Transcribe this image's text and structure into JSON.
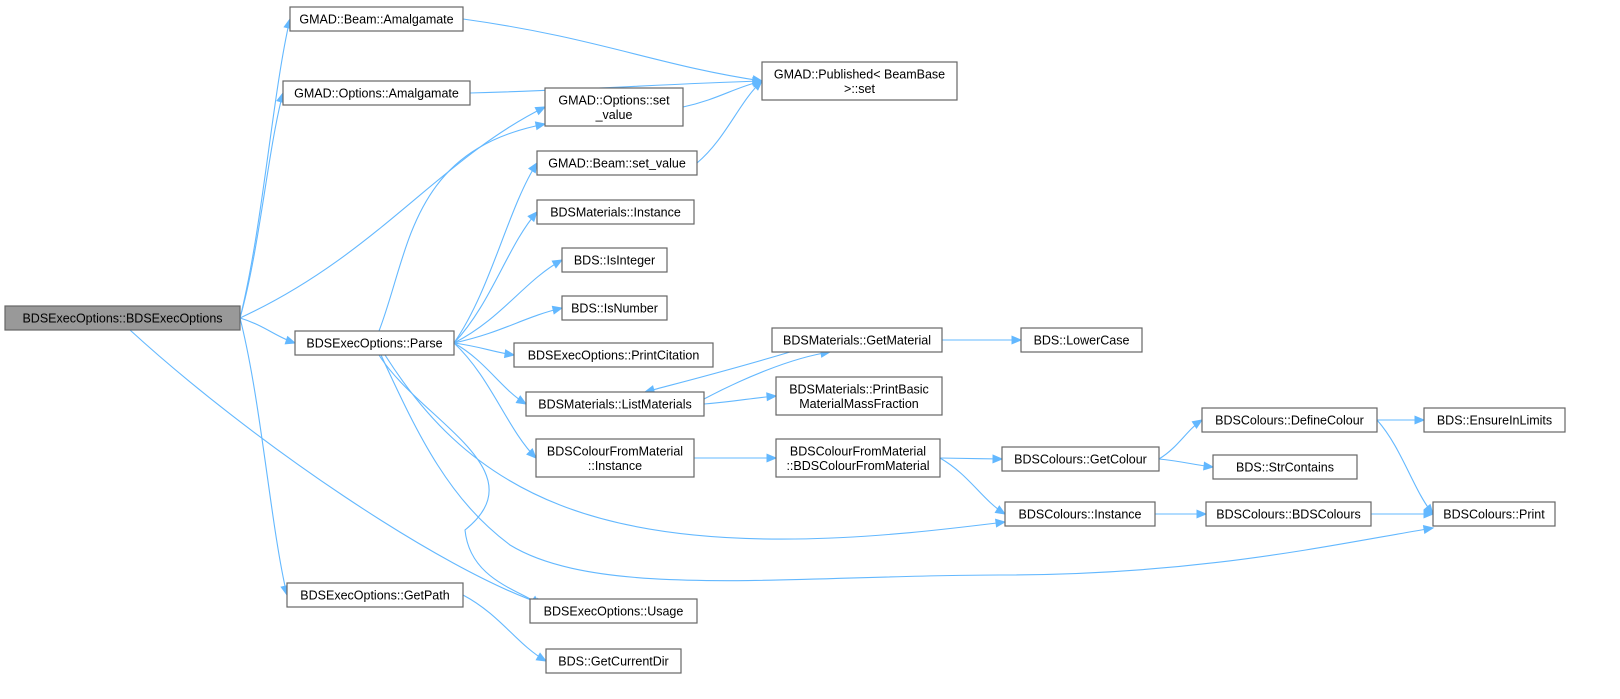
{
  "graph": {
    "nodes": [
      {
        "id": "root",
        "lines": [
          "BDSExecOptions::BDSExecOptions"
        ],
        "root": true
      },
      {
        "id": "beam_amalg",
        "lines": [
          "GMAD::Beam::Amalgamate"
        ]
      },
      {
        "id": "opt_amalg",
        "lines": [
          "GMAD::Options::Amalgamate"
        ]
      },
      {
        "id": "published_set",
        "lines": [
          "GMAD::Published< BeamBase",
          ">::set"
        ]
      },
      {
        "id": "opt_setvalue",
        "lines": [
          "GMAD::Options::set",
          "_value"
        ]
      },
      {
        "id": "beam_setvalue",
        "lines": [
          "GMAD::Beam::set_value"
        ]
      },
      {
        "id": "mat_instance",
        "lines": [
          "BDSMaterials::Instance"
        ]
      },
      {
        "id": "isinteger",
        "lines": [
          "BDS::IsInteger"
        ]
      },
      {
        "id": "isnumber",
        "lines": [
          "BDS::IsNumber"
        ]
      },
      {
        "id": "parse",
        "lines": [
          "BDSExecOptions::Parse"
        ]
      },
      {
        "id": "printcitation",
        "lines": [
          "BDSExecOptions::PrintCitation"
        ]
      },
      {
        "id": "getmaterial",
        "lines": [
          "BDSMaterials::GetMaterial"
        ]
      },
      {
        "id": "lowercase",
        "lines": [
          "BDS::LowerCase"
        ]
      },
      {
        "id": "listmaterials",
        "lines": [
          "BDSMaterials::ListMaterials"
        ]
      },
      {
        "id": "printbasic",
        "lines": [
          "BDSMaterials::PrintBasic",
          "MaterialMassFraction"
        ]
      },
      {
        "id": "definecolour",
        "lines": [
          "BDSColours::DefineColour"
        ]
      },
      {
        "id": "ensureinlimits",
        "lines": [
          "BDS::EnsureInLimits"
        ]
      },
      {
        "id": "cfm_instance",
        "lines": [
          "BDSColourFromMaterial",
          "::Instance"
        ]
      },
      {
        "id": "cfm_ctor",
        "lines": [
          "BDSColourFromMaterial",
          "::BDSColourFromMaterial"
        ]
      },
      {
        "id": "getcolour",
        "lines": [
          "BDSColours::GetColour"
        ]
      },
      {
        "id": "strcontains",
        "lines": [
          "BDS::StrContains"
        ]
      },
      {
        "id": "col_instance",
        "lines": [
          "BDSColours::Instance"
        ]
      },
      {
        "id": "col_ctor",
        "lines": [
          "BDSColours::BDSColours"
        ]
      },
      {
        "id": "col_print",
        "lines": [
          "BDSColours::Print"
        ]
      },
      {
        "id": "getpath",
        "lines": [
          "BDSExecOptions::GetPath"
        ]
      },
      {
        "id": "usage",
        "lines": [
          "BDSExecOptions::Usage"
        ]
      },
      {
        "id": "getcurrentdir",
        "lines": [
          "BDS::GetCurrentDir"
        ]
      }
    ],
    "edges": [
      [
        "root",
        "beam_amalg"
      ],
      [
        "root",
        "opt_amalg"
      ],
      [
        "root",
        "opt_setvalue"
      ],
      [
        "root",
        "parse"
      ],
      [
        "root",
        "getpath"
      ],
      [
        "root",
        "usage"
      ],
      [
        "beam_amalg",
        "published_set"
      ],
      [
        "opt_amalg",
        "published_set"
      ],
      [
        "opt_setvalue",
        "published_set"
      ],
      [
        "beam_setvalue",
        "published_set"
      ],
      [
        "parse",
        "opt_setvalue"
      ],
      [
        "parse",
        "beam_setvalue"
      ],
      [
        "parse",
        "mat_instance"
      ],
      [
        "parse",
        "isinteger"
      ],
      [
        "parse",
        "isnumber"
      ],
      [
        "parse",
        "printcitation"
      ],
      [
        "parse",
        "listmaterials"
      ],
      [
        "parse",
        "cfm_instance"
      ],
      [
        "parse",
        "col_instance"
      ],
      [
        "parse",
        "col_print"
      ],
      [
        "parse",
        "usage"
      ],
      [
        "getmaterial",
        "lowercase"
      ],
      [
        "getmaterial",
        "listmaterials"
      ],
      [
        "listmaterials",
        "getmaterial"
      ],
      [
        "listmaterials",
        "printbasic"
      ],
      [
        "cfm_instance",
        "cfm_ctor"
      ],
      [
        "cfm_ctor",
        "getcolour"
      ],
      [
        "cfm_ctor",
        "col_instance"
      ],
      [
        "getcolour",
        "definecolour"
      ],
      [
        "getcolour",
        "strcontains"
      ],
      [
        "definecolour",
        "ensureinlimits"
      ],
      [
        "definecolour",
        "col_print"
      ],
      [
        "col_instance",
        "col_ctor"
      ],
      [
        "col_ctor",
        "col_print"
      ],
      [
        "getpath",
        "getcurrentdir"
      ]
    ]
  },
  "colors": {
    "edge": "#63b8ff",
    "node_border": "#666666",
    "root_fill": "#999999"
  }
}
